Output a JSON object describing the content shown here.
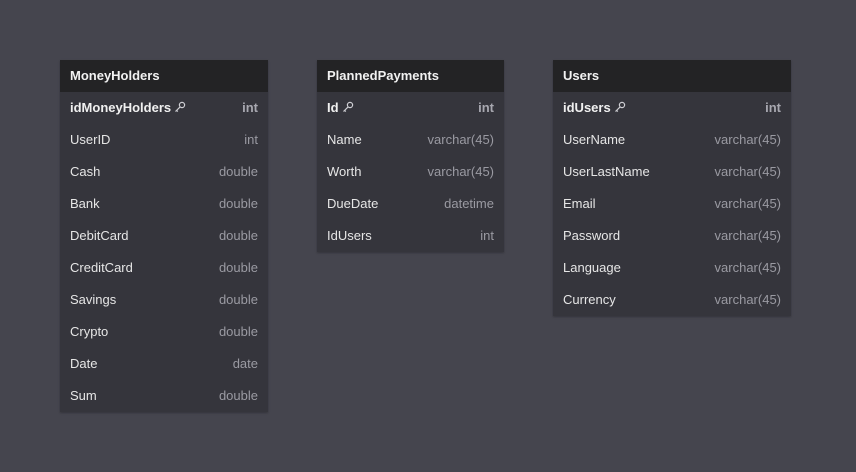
{
  "diagram": {
    "tables": [
      {
        "name": "MoneyHolders",
        "fields": [
          {
            "name": "idMoneyHolders",
            "type": "int",
            "pk": true
          },
          {
            "name": "UserID",
            "type": "int",
            "pk": false
          },
          {
            "name": "Cash",
            "type": "double",
            "pk": false
          },
          {
            "name": "Bank",
            "type": "double",
            "pk": false
          },
          {
            "name": "DebitCard",
            "type": "double",
            "pk": false
          },
          {
            "name": "CreditCard",
            "type": "double",
            "pk": false
          },
          {
            "name": "Savings",
            "type": "double",
            "pk": false
          },
          {
            "name": "Crypto",
            "type": "double",
            "pk": false
          },
          {
            "name": "Date",
            "type": "date",
            "pk": false
          },
          {
            "name": "Sum",
            "type": "double",
            "pk": false
          }
        ]
      },
      {
        "name": "PlannedPayments",
        "fields": [
          {
            "name": "Id",
            "type": "int",
            "pk": true
          },
          {
            "name": "Name",
            "type": "varchar(45)",
            "pk": false
          },
          {
            "name": "Worth",
            "type": "varchar(45)",
            "pk": false
          },
          {
            "name": "DueDate",
            "type": "datetime",
            "pk": false
          },
          {
            "name": "IdUsers",
            "type": "int",
            "pk": false
          }
        ]
      },
      {
        "name": "Users",
        "fields": [
          {
            "name": "idUsers",
            "type": "int",
            "pk": true
          },
          {
            "name": "UserName",
            "type": "varchar(45)",
            "pk": false
          },
          {
            "name": "UserLastName",
            "type": "varchar(45)",
            "pk": false
          },
          {
            "name": "Email",
            "type": "varchar(45)",
            "pk": false
          },
          {
            "name": "Password",
            "type": "varchar(45)",
            "pk": false
          },
          {
            "name": "Language",
            "type": "varchar(45)",
            "pk": false
          },
          {
            "name": "Currency",
            "type": "varchar(45)",
            "pk": false
          }
        ]
      }
    ],
    "primary_key_icon": "key-icon"
  }
}
